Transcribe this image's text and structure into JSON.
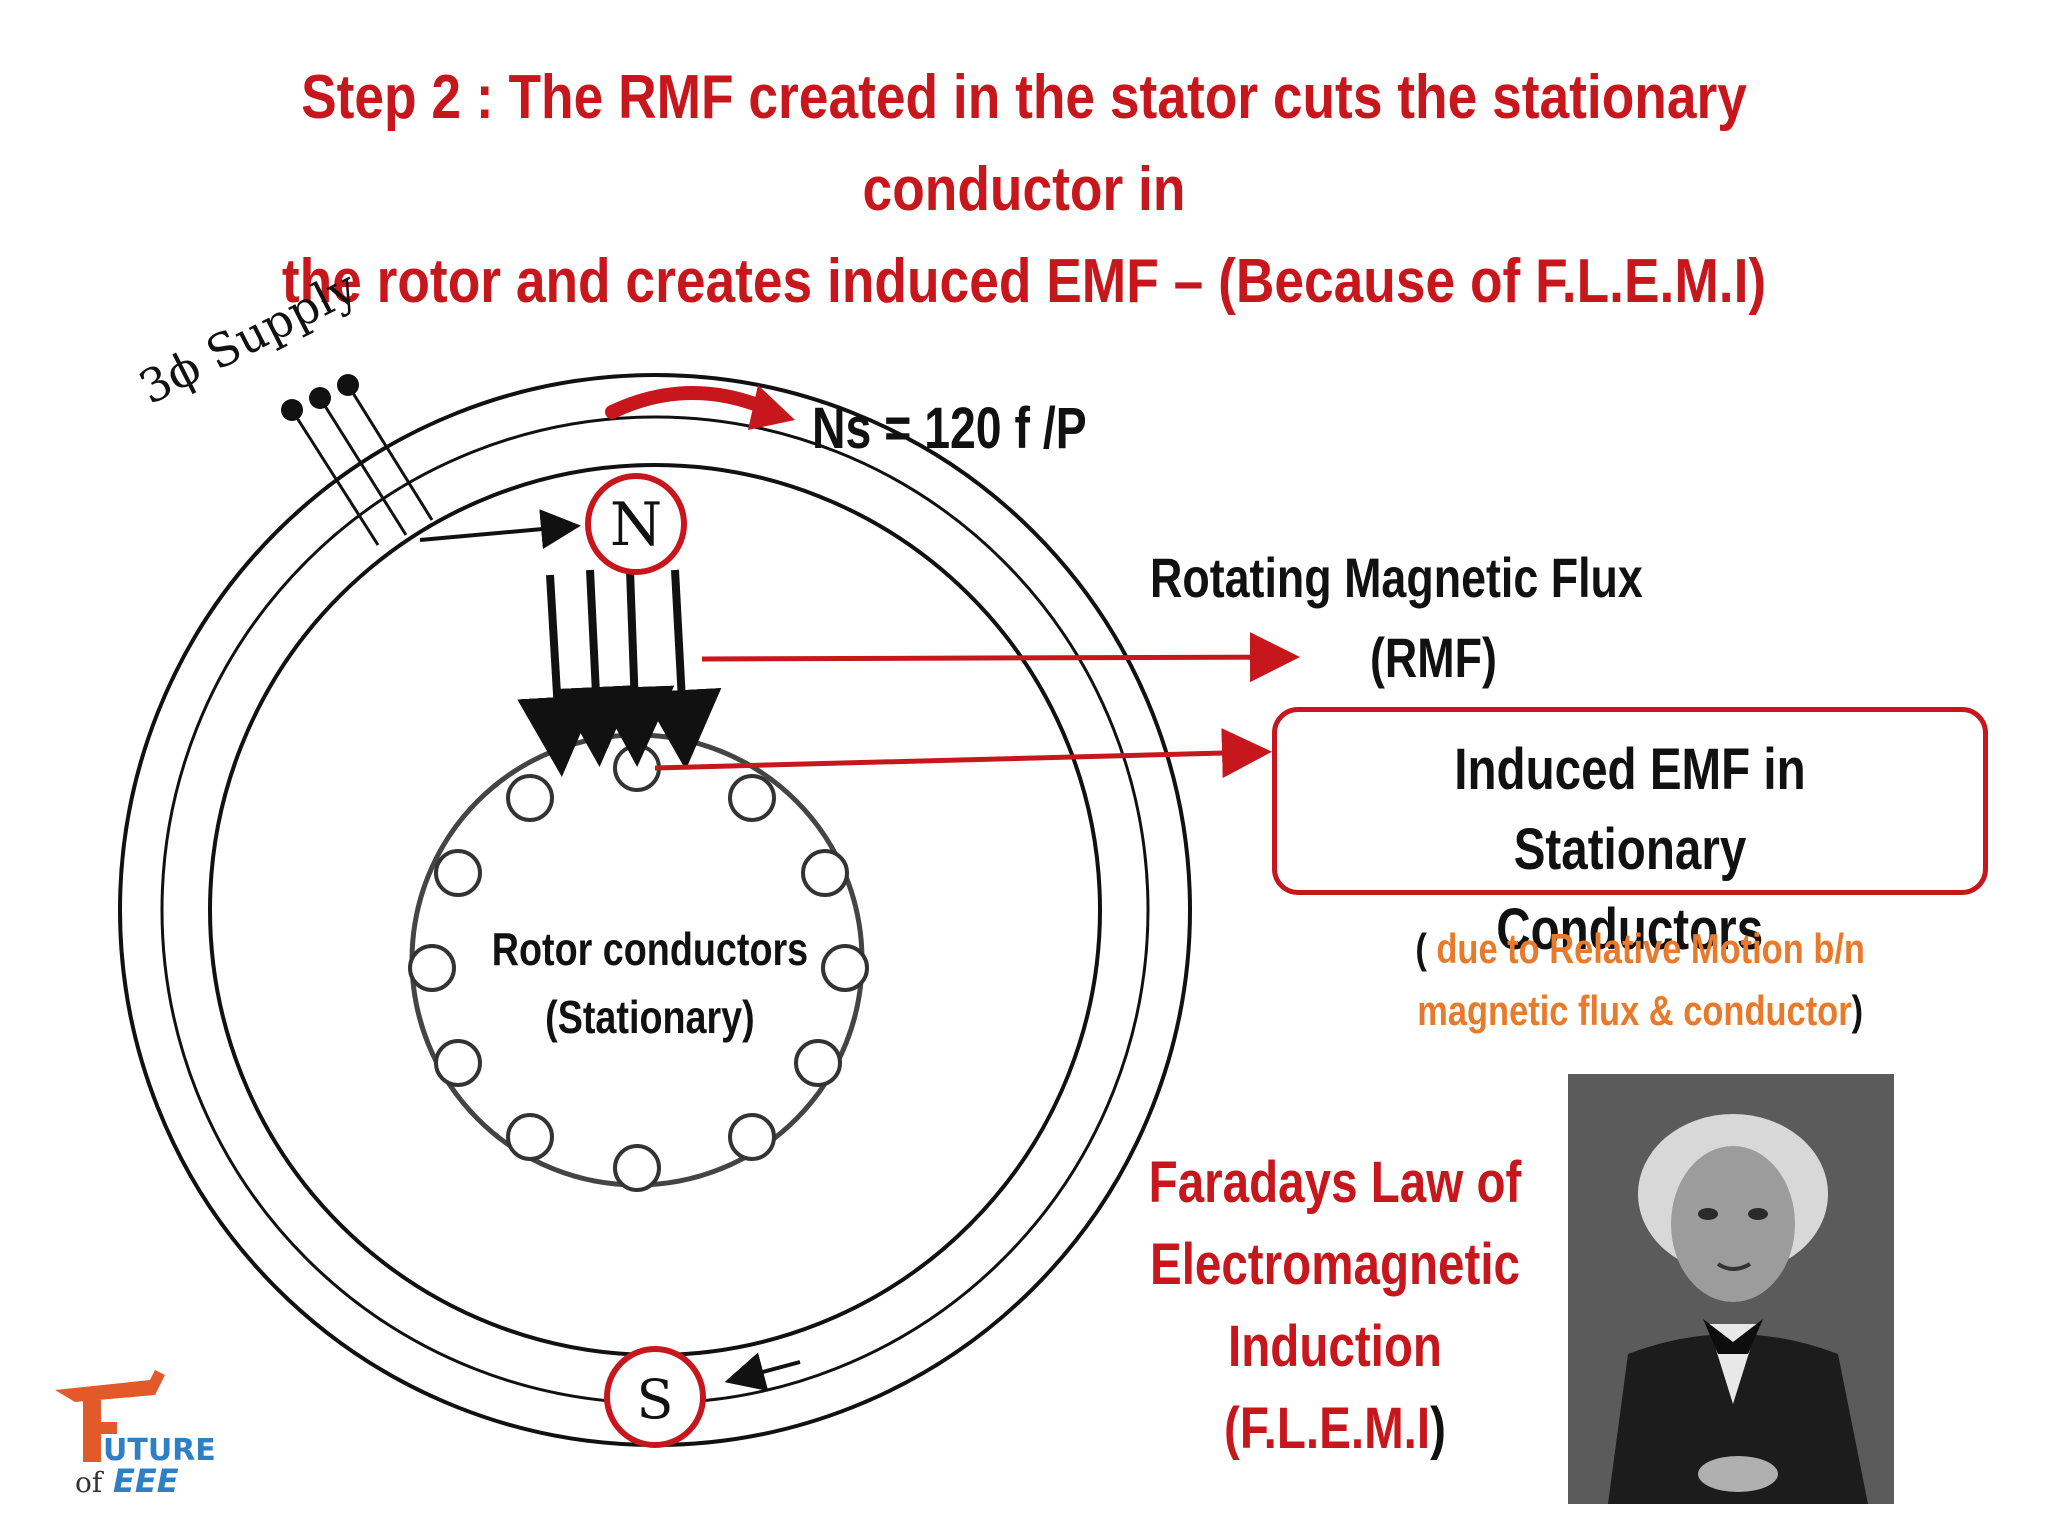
{
  "title": {
    "line1": "Step 2 : The RMF created in the stator cuts the stationary conductor in",
    "line2": "the rotor and creates induced EMF – (Because of F.L.E.M.I)"
  },
  "supply_label": "3ϕ Supply",
  "synchronous_speed": "Ns = 120 f /P",
  "poles": {
    "north": "N",
    "south": "S"
  },
  "rmf_label": {
    "line1": "Rotating Magnetic Flux",
    "line2": "(RMF)"
  },
  "induced_box": {
    "line1": "Induced EMF in Stationary",
    "line2": "Conductors"
  },
  "relative_motion": {
    "open": "( ",
    "text1": "due to Relative Motion b/n",
    "text2": "magnetic flux & conductor",
    "close": ")"
  },
  "rotor_label": {
    "line1": "Rotor conductors",
    "line2": "(Stationary)"
  },
  "faraday_label": {
    "line1": "Faradays Law of",
    "line2": "Electromagnetic",
    "line3": "Induction (F.L.E.M.I",
    "line3_close": ")"
  },
  "logo": {
    "line1": "UTURE",
    "line2": "of",
    "line3": "EEE"
  },
  "colors": {
    "accent_red": "#c8161d",
    "orange": "#e87a2c",
    "ink": "#111111",
    "logo_blue": "#2f7fc4",
    "logo_orange": "#e35a2a"
  },
  "photo": {
    "subject": "portrait of Michael Faraday"
  }
}
